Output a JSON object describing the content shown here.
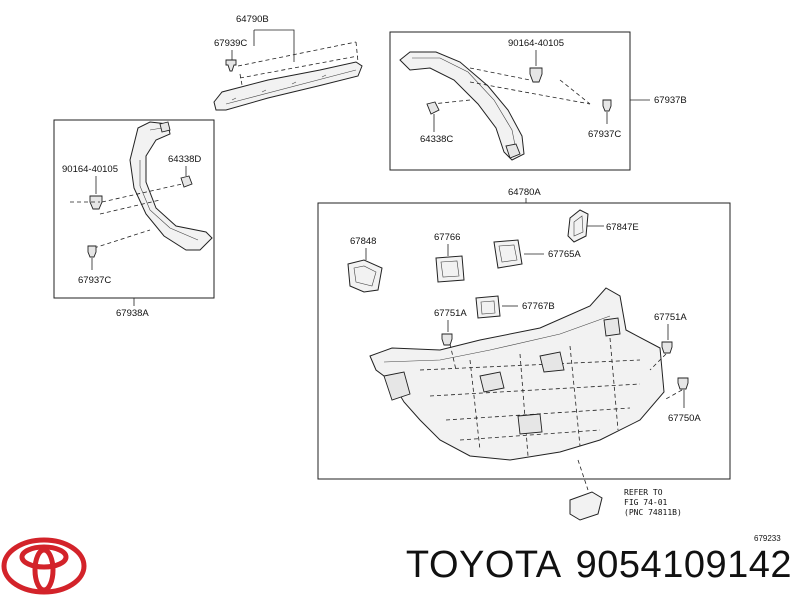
{
  "labels": {
    "p64790B": "64790B",
    "p67939C": "67939C",
    "p90164_top": "90164-40105",
    "p64338C": "64338C",
    "p67937C_top": "67937C",
    "p67937B": "67937B",
    "p90164_left": "90164-40105",
    "p64338D": "64338D",
    "p67937C_left": "67937C",
    "p67938A": "67938A",
    "p64780A": "64780A",
    "p67848": "67848",
    "p67766": "67766",
    "p67847E": "67847E",
    "p67765A": "67765A",
    "p67767B": "67767B",
    "p67751A_left": "67751A",
    "p67751A_right": "67751A",
    "p67750A": "67750A",
    "refer_line1": "REFER TO",
    "refer_line2": "FIG 74-01",
    "refer_line3": "(PNC 74811B)",
    "diagram_code": "679233"
  },
  "brand": {
    "name": "TOYOTA",
    "part_number": "9054109142"
  },
  "colors": {
    "logo_red": "#d3232a",
    "line": "#222222"
  },
  "icons": {
    "logo": "toyota-logo-icon"
  }
}
